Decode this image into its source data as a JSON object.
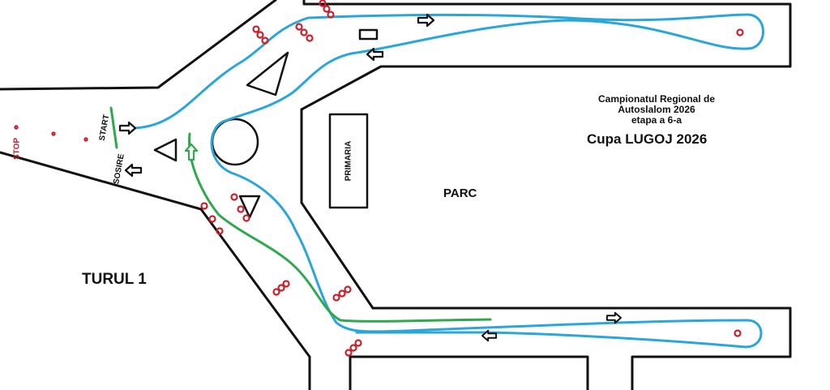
{
  "colors": {
    "route_main": "#2ba6d9",
    "route_start": "#2fa84f",
    "cone": "#c8202a",
    "stop_text": "#c8202a",
    "road": "#111111"
  },
  "labels": {
    "championship_line1": "Campionatul Regional de",
    "championship_line2": "Autoslalom 2026",
    "championship_line3": "etapa a 6-a",
    "cup": "Cupa LUGOJ 2026",
    "building": "PRIMARIA",
    "park": "PARC",
    "round": "TURUL 1",
    "start": "START",
    "finish": "SOSIRE",
    "stop": "STOP"
  },
  "icons": {
    "direction_arrow": "arrow-icon",
    "traffic_cone": "cone-icon",
    "roundabout": "roundabout-icon",
    "island": "triangle-island-icon"
  }
}
